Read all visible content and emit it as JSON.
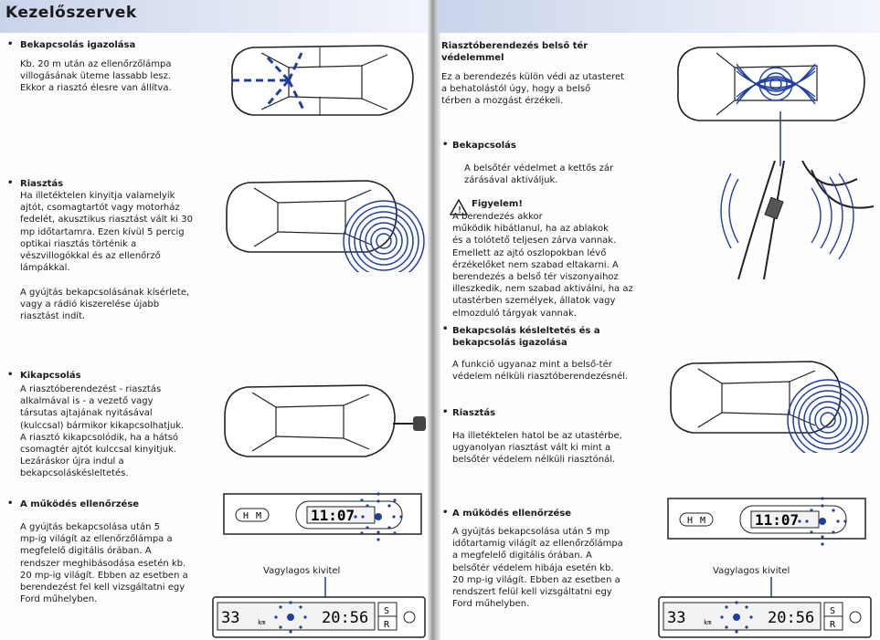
{
  "left_page": {
    "title": "Kezelőszervek",
    "sections": [
      {
        "title": "Bekapcsolás igazolása",
        "body": "Kb. 20 m után az ellenőrzőlámpa\nvillogásának üteme lassabb lesz.\nEkkor a riasztó élesre van állítva."
      },
      {
        "title": "Riasztás",
        "body": "Ha illetéktelen kinyitja valamelyik\najtót, csomagtartót vagy motorház\nfedelét, akusztikus riasztást vált ki 30\nmp időtartamra. Ezen kívül 5 percig\noptikai riasztás történik a\nvészvillogókkal és az ellenőrző\nlámpákkal."
      },
      {
        "title": "",
        "body": "A gyújtás bekapcsolásának kísérlete,\nvagy a rádió kiszerelése újabb\nriasztást indít."
      },
      {
        "title": "Kikapcsolás",
        "body": "A riasztóberendezést - riasztás\nalkalmával is - a vezető vagy\ntársutas ajtajának nyitásával\n(kulccsal) bármikor kikapcsolhatjuk.\nA riasztó kikapcsolódik, ha a hátsó\ncsomagtér ajtót kulccsal kinyitjuk.\nLezáráskor újra indul a\nbekapcsoláskésleltetés."
      },
      {
        "title": "A működés ellenőrzése",
        "body": "A gyújtás bekapcsolása után 5\nmp-ig világít az ellenőrzőlámpa a\nmegfelelő digitális órában. A\nrendszer meghibásodása esetén kb.\n20 mp-ig világít. Ebben az esetben a\nberendezést fel kell vizsgáltatni egy\nFord műhelyben."
      }
    ],
    "clock_time": "11:07",
    "variant_label": "Vagylagos kivitel",
    "display_left": "33",
    "display_km": "km",
    "display_time": "20:56",
    "btn_h": "H",
    "btn_m": "M",
    "btn_s": "S",
    "btn_r": "R"
  },
  "right_page": {
    "sections": [
      {
        "title": "Riasztóberendezés belső tér\nvédelemmel",
        "body": "Ez a berendezés külön védi az utasteret\na behatolástól úgy, hogy a belső\ntérben a mozgást érzékeli."
      },
      {
        "title": "Bekapcsolás",
        "body": "A belsőtér védelmet a kettős zár\nzárásával aktiváljuk."
      },
      {
        "title": "Figyelem!",
        "body": "A berendezés akkor\nműködik hibátlanul, ha az ablakok\nés a tolótető teljesen zárva vannak.\nEmellett az ajtó oszlopokban lévő\nérzékelőket nem szabad eltakarni. A\nberendezés a belső tér viszonyaihoz\nilleszkedik, nem szabad aktiválni, ha az\nutastérben személyek, állatok vagy\nelmozduló tárgyak vannak."
      },
      {
        "title": "Bekapcsolás késleltetés és a\nbekapcsolás igazolása",
        "body": "A funkció ugyanaz mint a belső-tér\nvédelem nélküli riasztóberendezésnél."
      },
      {
        "title": "Riasztás",
        "body": "Ha illetéktelen hatol be az utastérbe,\nugyanolyan riasztást vált ki mint a\nbelsőtér védelem nélküli riasztónál."
      },
      {
        "title": "A működés ellenőrzése",
        "body": "A gyújtás bekapcsolása után 5 mp\nidőtartamig világít az ellenőrzőlámpa\na megfelelő digitális órában. A\nbelsőtér védelem hibája esetén kb.\n20 mp-ig világít. Ebben az esetben a\nrendszert felül kell vizsgáltatni egy\nFord műhelyben."
      }
    ],
    "clock_time": "11:07",
    "variant_label": "Vagylagos kivitel",
    "display_left": "33",
    "display_km": "km",
    "display_time": "20:56",
    "btn_h": "H",
    "btn_m": "M",
    "btn_s": "S",
    "btn_r": "R"
  },
  "colors": {
    "accent_blue": "#1f3fa0",
    "header_band": "#c9d3ea",
    "line": "#222222"
  }
}
